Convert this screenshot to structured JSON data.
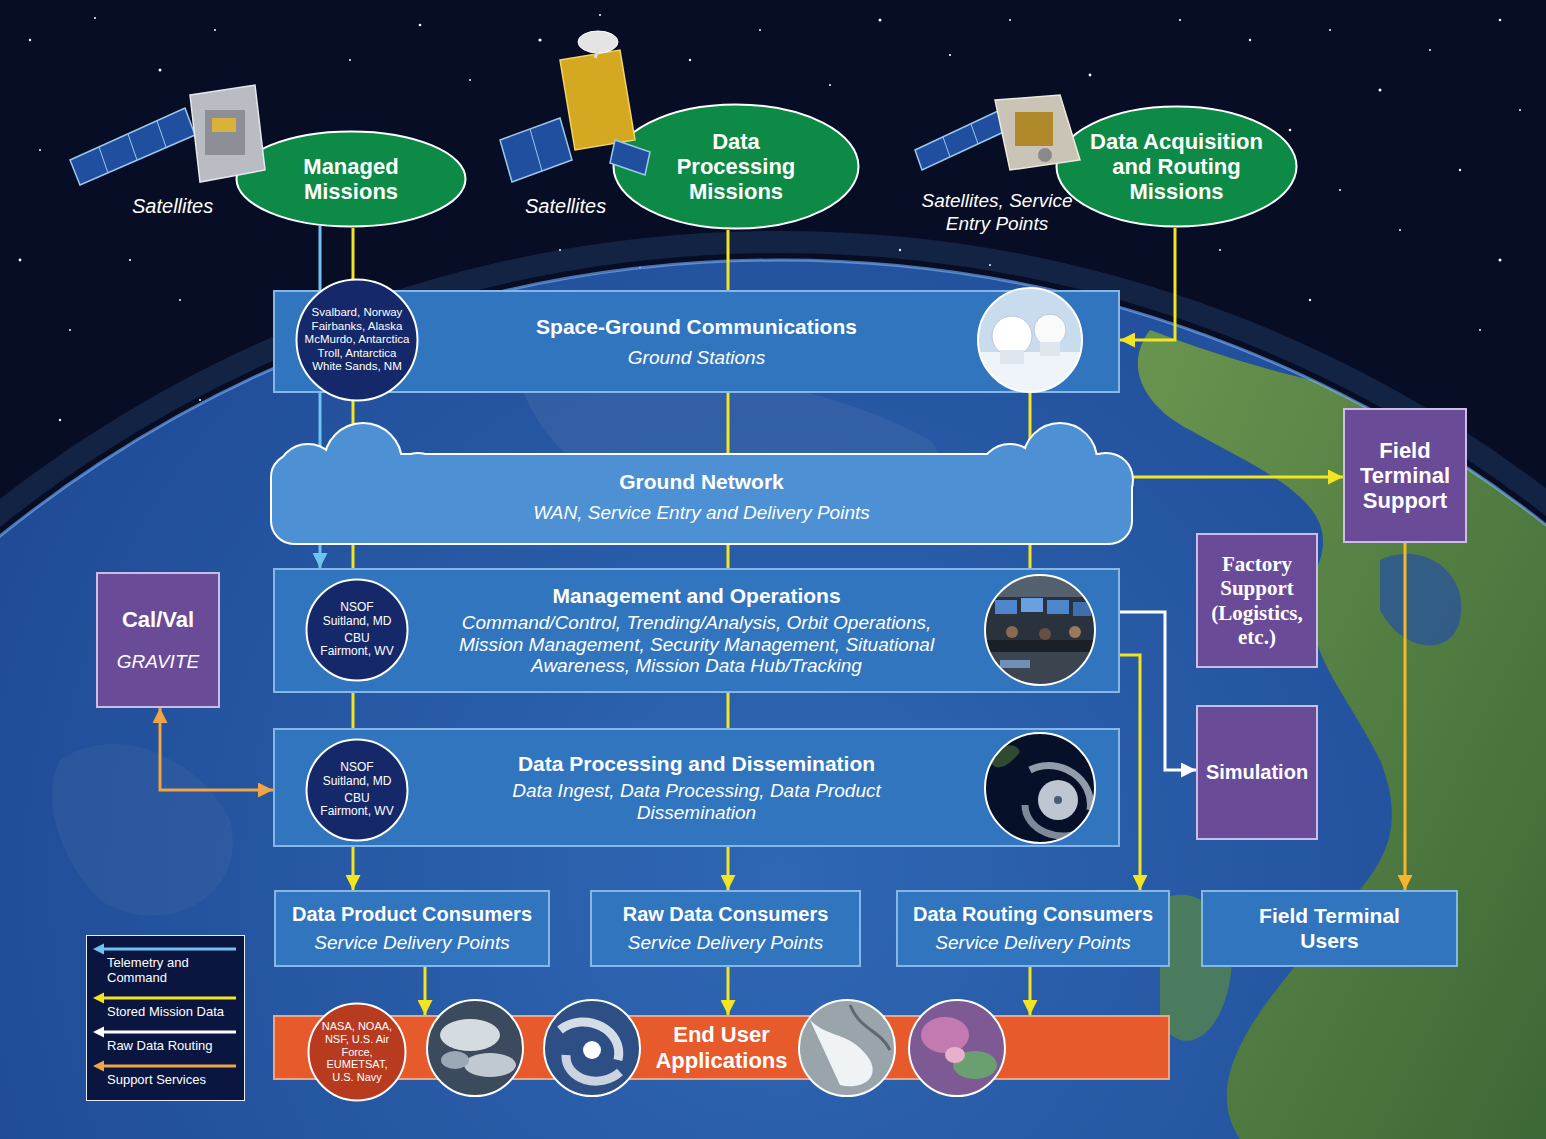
{
  "diagram": {
    "nodes": [
      {
        "text": [
          "Managed Missions"
        ]
      },
      {
        "text": [
          "Data Processing Missions"
        ]
      },
      {
        "text": [
          "Data Acquisition and Routing Missions"
        ]
      },
      {
        "text": [
          "Space-Ground Communications",
          "Ground Stations"
        ]
      },
      {
        "text": [
          "Svalbard, Norway Fairbanks, Alaska McMurdo, Antarctica Troll, Antarctica White Sands, NM"
        ],
        "in": 3
      },
      {
        "text": [
          "Ground Network",
          "WAN, Service Entry and Delivery Points"
        ]
      },
      {
        "text": [
          "Management and Operations",
          "Command/Control, Trending/Analysis, Orbit Operations, Mission Management, Security Management, Situational Awareness, Mission Data Hub/Tracking"
        ]
      },
      {
        "text": [
          "NSOF Suitland, MD",
          "CBU Fairmont, WV"
        ],
        "in": 6
      },
      {
        "text": [
          "Data Processing and Dissemination",
          "Data Ingest, Data Processing, Data Product Dissemination"
        ]
      },
      {
        "text": [
          "NSOF Suitland, MD",
          "CBU Fairmont, WV"
        ],
        "in": 8
      },
      {
        "text": [
          "Cal/Val",
          "GRAVITE"
        ]
      },
      {
        "text": [
          "Field Terminal Support"
        ]
      },
      {
        "text": [
          "Factory Support (Logistics, etc.)"
        ]
      },
      {
        "text": [
          "Simulation"
        ]
      },
      {
        "text": [
          "Data Product Consumers",
          "Service Delivery Points"
        ]
      },
      {
        "text": [
          "Raw Data Consumers",
          "Service Delivery Points"
        ]
      },
      {
        "text": [
          "Data Routing Consumers",
          "Service Delivery Points"
        ]
      },
      {
        "text": [
          "Field Terminal Users"
        ]
      },
      {
        "text": [
          "End User Applications"
        ]
      },
      {
        "text": [
          "NASA, NOAA, NSF, U.S. Air Force, EUMETSAT, U.S. Navy"
        ],
        "in": 18
      }
    ],
    "edges": [
      {
        "from": 0,
        "to": 3,
        "arrow": "none"
      },
      {
        "from": 3,
        "to": 5,
        "arrow": "none"
      },
      {
        "from": 5,
        "to": 6,
        "arrow": "to"
      },
      {
        "from": 0,
        "to": 3,
        "arrow": "none"
      },
      {
        "from": 3,
        "to": 5,
        "arrow": "none"
      },
      {
        "from": 5,
        "to": 6,
        "arrow": "none"
      },
      {
        "from": 6,
        "to": 8,
        "arrow": "none"
      },
      {
        "from": 8,
        "to": 14,
        "arrow": "to"
      },
      {
        "from": 1,
        "to": 3,
        "arrow": "none"
      },
      {
        "from": 3,
        "to": 5,
        "arrow": "none"
      },
      {
        "from": 5,
        "to": 6,
        "arrow": "none"
      },
      {
        "from": 6,
        "to": 8,
        "arrow": "none"
      },
      {
        "from": 8,
        "to": 15,
        "arrow": "to"
      },
      {
        "from": 2,
        "to": 3,
        "arrow": "to"
      },
      {
        "from": 3,
        "to": 5,
        "arrow": "none"
      },
      {
        "from": 5,
        "to": 6,
        "arrow": "none"
      },
      {
        "from": 6,
        "to": 16,
        "arrow": "to"
      },
      {
        "from": 5,
        "to": 11,
        "arrow": "to"
      },
      {
        "from": 11,
        "to": 17,
        "arrow": "to"
      },
      {
        "from": 6,
        "to": 13,
        "arrow": "to"
      },
      {
        "from": 10,
        "to": 8,
        "arrow": "both"
      },
      {
        "from": 14,
        "to": 18,
        "arrow": "to"
      },
      {
        "from": 15,
        "to": 18,
        "arrow": "to"
      },
      {
        "from": 16,
        "to": 18,
        "arrow": "to"
      }
    ],
    "labels": [
      "Satellites",
      "Satellites",
      "Satellites, Service Entry Points"
    ],
    "legend": [
      {
        "text": "Telemetry and Command",
        "color": "#6cc5f0"
      },
      {
        "text": "Stored Mission Data",
        "color": "#f2e421"
      },
      {
        "text": "Raw Data Routing",
        "color": "#ffffff"
      },
      {
        "text": "Support Services",
        "color": "#f0a446"
      }
    ]
  }
}
